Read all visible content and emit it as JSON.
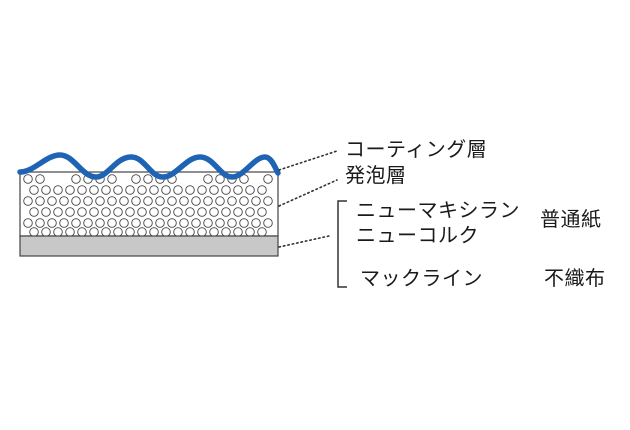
{
  "layers": {
    "coating": "コーティング層",
    "foam": "発泡層"
  },
  "base_options": {
    "paper": {
      "products": [
        "ニューマキシラン",
        "ニューコルク"
      ],
      "material": "普通紙"
    },
    "nonwoven": {
      "product": "マックライン",
      "material": "不織布"
    }
  },
  "colors": {
    "coating": "#1f64b4",
    "base": "#c8c8c8",
    "outline": "#444444"
  }
}
